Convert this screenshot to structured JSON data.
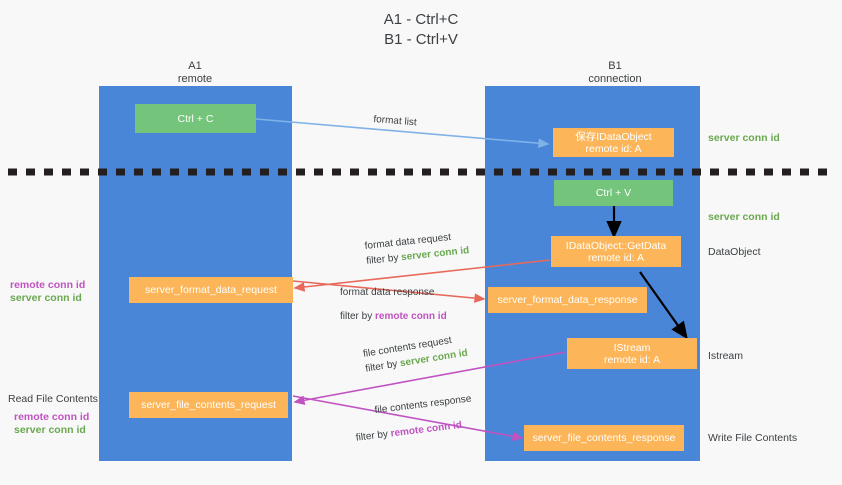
{
  "title": {
    "line1": "A1 - Ctrl+C",
    "line2": "B1 - Ctrl+V"
  },
  "lanes": [
    {
      "id": "a1",
      "name": "A1",
      "sub": "remote"
    },
    {
      "id": "b1",
      "name": "B1",
      "sub": "connection"
    }
  ],
  "colors": {
    "lane": "#4a86d8",
    "green_box": "#74c47c",
    "orange_box": "#fcb558",
    "green_text": "#6aa84f",
    "magenta_text": "#c152c1",
    "blue_arrow": "#7fb3e8",
    "red_arrow": "#e8685a",
    "magenta_arrow": "#c152c1",
    "black_arrow": "#000000",
    "background": "#f8f8f8",
    "text": "#3c4043"
  },
  "boxes": {
    "ctrl_c": {
      "label": "Ctrl + C"
    },
    "ctrl_v": {
      "label": "Ctrl + V"
    },
    "save_idataobject": {
      "line1": "保存IDataObject",
      "line2": "remote id: A"
    },
    "getdata": {
      "line1": "IDataObject::GetData",
      "line2": "remote id: A"
    },
    "istream": {
      "line1": "IStream",
      "line2": "remote id: A"
    },
    "server_format_data_request": {
      "label": "server_format_data_request"
    },
    "server_format_data_response": {
      "label": "server_format_data_response"
    },
    "server_file_contents_request": {
      "label": "server_file_contents_request"
    },
    "server_file_contents_response": {
      "label": "server_file_contents_response"
    }
  },
  "right_labels": [
    {
      "id": "conn-1",
      "text": "server conn id",
      "style": "green"
    },
    {
      "id": "conn-2",
      "text": "server conn id",
      "style": "green"
    },
    {
      "id": "dataobject",
      "text": "DataObject",
      "style": "plain"
    },
    {
      "id": "istream",
      "text": "Istream",
      "style": "plain"
    },
    {
      "id": "write-file-contents",
      "text": "Write File Contents",
      "style": "plain"
    }
  ],
  "left_labels": [
    {
      "id": "format-ids-remote",
      "text": "remote conn id",
      "style": "magenta"
    },
    {
      "id": "format-ids-server",
      "text": "server conn id",
      "style": "green"
    },
    {
      "id": "read-file-contents",
      "text": "Read File Contents",
      "style": "plain"
    },
    {
      "id": "file-ids-remote",
      "text": "remote conn id",
      "style": "magenta"
    },
    {
      "id": "file-ids-server",
      "text": "server conn id",
      "style": "green"
    }
  ],
  "edges": [
    {
      "id": "format-list",
      "title": "format list",
      "filter_prefix": "",
      "filter_value": "",
      "filter_style": ""
    },
    {
      "id": "format-data-request",
      "title": "format data request",
      "filter_prefix": "filter by ",
      "filter_value": "server conn id",
      "filter_style": "green"
    },
    {
      "id": "format-data-response",
      "title": "format data response",
      "filter_prefix": "filter by ",
      "filter_value": "remote conn id",
      "filter_style": "magenta"
    },
    {
      "id": "file-contents-request",
      "title": "file contents request",
      "filter_prefix": "filter by ",
      "filter_value": "server conn id",
      "filter_style": "green"
    },
    {
      "id": "file-contents-response",
      "title": "file contents response",
      "filter_prefix": "filter by ",
      "filter_value": "remote conn id",
      "filter_style": "magenta"
    }
  ]
}
